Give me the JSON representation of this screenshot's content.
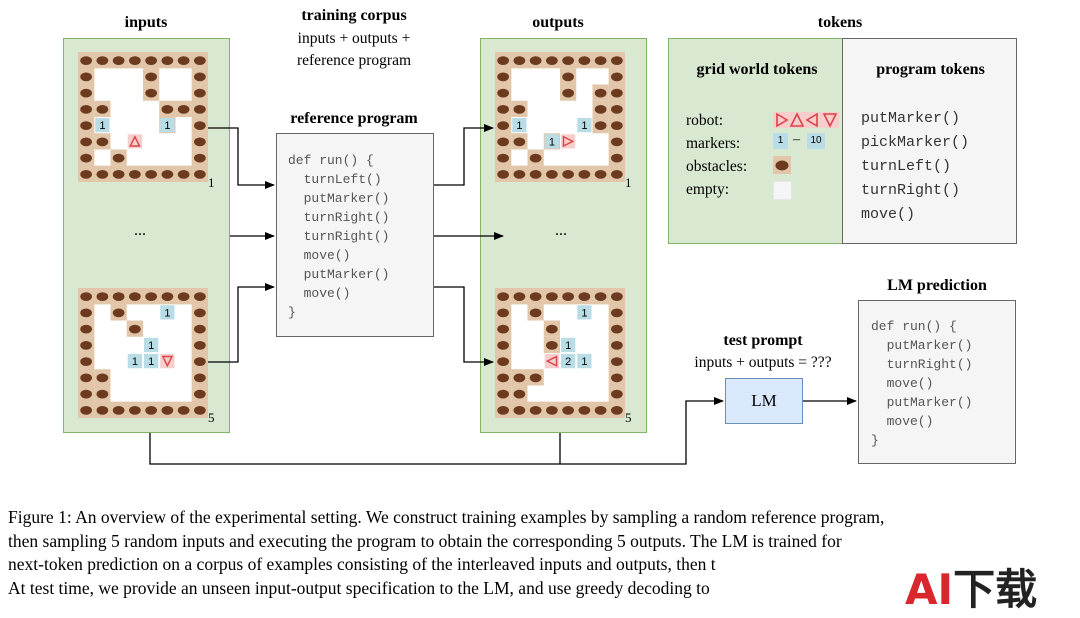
{
  "headers": {
    "inputs": "inputs",
    "training_corpus": "training corpus",
    "training_corpus_sub1": "inputs + outputs +",
    "training_corpus_sub2": "reference program",
    "outputs": "outputs",
    "tokens": "tokens",
    "reference_program": "reference program",
    "test_prompt": "test prompt",
    "test_prompt_sub": "inputs + outputs = ???",
    "lm_prediction": "LM prediction"
  },
  "grid_labels": {
    "first": "1",
    "last": "5",
    "ellipsis": "..."
  },
  "reference_program": [
    "def run() {",
    "  turnLeft()",
    "  putMarker()",
    "  turnRight()",
    "  turnRight()",
    "  move()",
    "  putMarker()",
    "  move()",
    "}"
  ],
  "lm_prediction": [
    "def run() {",
    "  putMarker()",
    "  turnRight()",
    "  move()",
    "  putMarker()",
    "  move()",
    "}"
  ],
  "lm_box": "LM",
  "grid_world_tokens": {
    "title": "grid world tokens",
    "rows": [
      "robot:",
      "markers:",
      "obstacles:",
      "empty:"
    ],
    "marker_min": "1",
    "marker_dash": "–",
    "marker_max": "10"
  },
  "program_tokens": {
    "title": "program tokens",
    "items": [
      "putMarker()",
      "pickMarker()",
      "turnLeft()",
      "turnRight()",
      "move()"
    ]
  },
  "caption": [
    "Figure 1: An overview of the experimental setting. We construct training examples by sampling a random reference program,",
    "then sampling 5 random inputs and executing the program to obtain the corresponding 5 outputs. The LM is trained for",
    "next-token prediction on a corpus of examples consisting of the interleaved inputs and outputs, then t",
    "At test time, we provide an unseen input-output specification to the LM, and use greedy decoding to"
  ],
  "watermark": "AI下载",
  "colors": {
    "panel_fill": "#d9e8d0",
    "panel_border": "#82b366",
    "robot": "#d9434a",
    "marker_fill": "#b9dde6",
    "obstacle": "#6b3a1f",
    "grid_frame": "#e2c6a9",
    "lm_fill": "#dae8fc",
    "lm_border": "#6c8ebf"
  }
}
